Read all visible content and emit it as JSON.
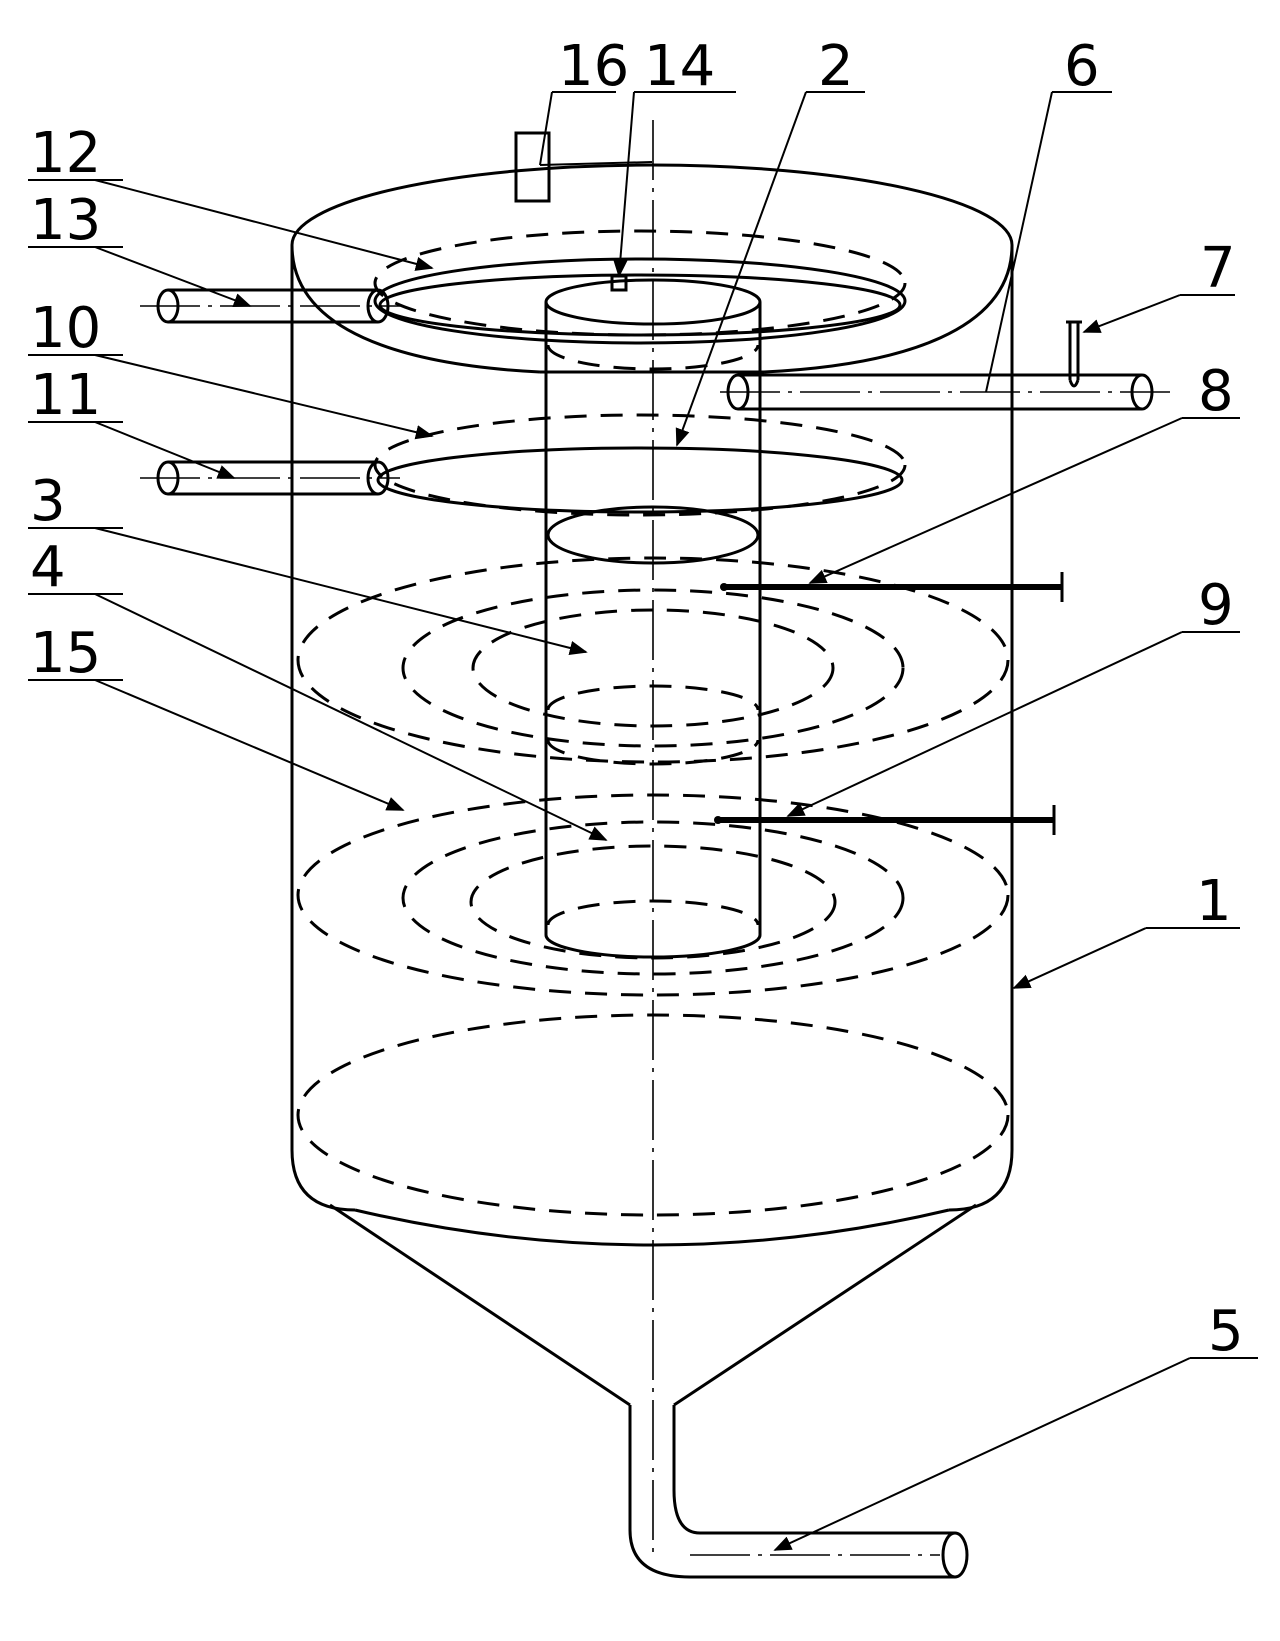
{
  "labels": [
    "16",
    "14",
    "2",
    "6",
    "12",
    "13",
    "10",
    "11",
    "3",
    "4",
    "15",
    "7",
    "8",
    "9",
    "1",
    "5"
  ]
}
